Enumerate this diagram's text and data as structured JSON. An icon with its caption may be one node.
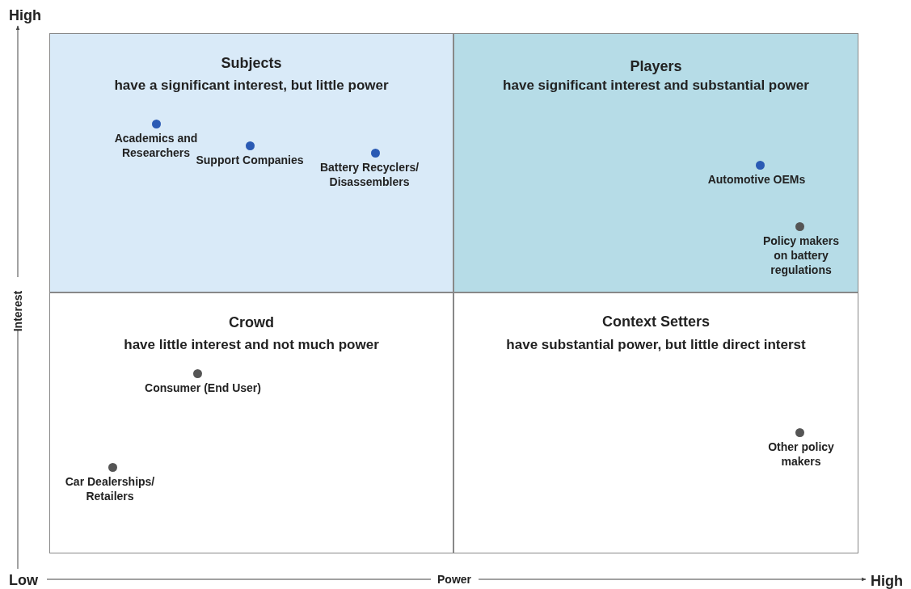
{
  "diagram": {
    "nodes": [
      {
        "text": [
          "Subjects",
          "have a significant interest, but little power"
        ]
      },
      {
        "text": [
          "Academics and Researchers"
        ],
        "in": 0
      },
      {
        "text": [
          "Support Companies"
        ],
        "in": 0
      },
      {
        "text": [
          "Battery Recyclers/ Disassemblers"
        ],
        "in": 0
      },
      {
        "text": [
          "Players",
          "have significant interest and substantial power"
        ]
      },
      {
        "text": [
          "Automotive OEMs"
        ],
        "in": 4
      },
      {
        "text": [
          "Policy makers on battery regulations"
        ],
        "in": 4
      },
      {
        "text": [
          "Crowd",
          "have little interest and not much power"
        ]
      },
      {
        "text": [
          "Consumer (End User)"
        ],
        "in": 7
      },
      {
        "text": [
          "Car Dealerships/ Retailers"
        ],
        "in": 7
      },
      {
        "text": [
          "Context Setters",
          "have substantial power, but little direct interst"
        ]
      },
      {
        "text": [
          "Other policy makers"
        ],
        "in": 10
      }
    ],
    "labels": [
      "High",
      "Interest",
      "Low",
      "Power",
      "High"
    ]
  }
}
